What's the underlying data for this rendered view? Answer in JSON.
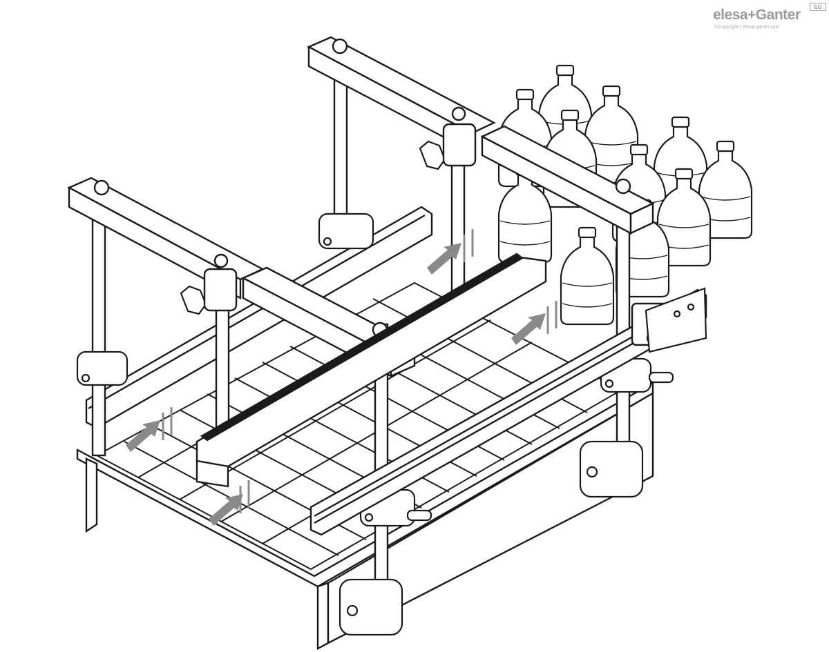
{
  "logo": {
    "brand": "elesa+Ganter",
    "badge": "EG",
    "copyright": "©Copyright | elesa-ganter.com"
  },
  "colors": {
    "line": "#1a1a1a",
    "arrow": "#8a8a8a",
    "strip": "#1a1a1a",
    "background": "#ffffff"
  },
  "arrows": [
    "down-arrow-icon",
    "down-arrow-icon",
    "down-arrow-icon",
    "down-arrow-icon"
  ]
}
